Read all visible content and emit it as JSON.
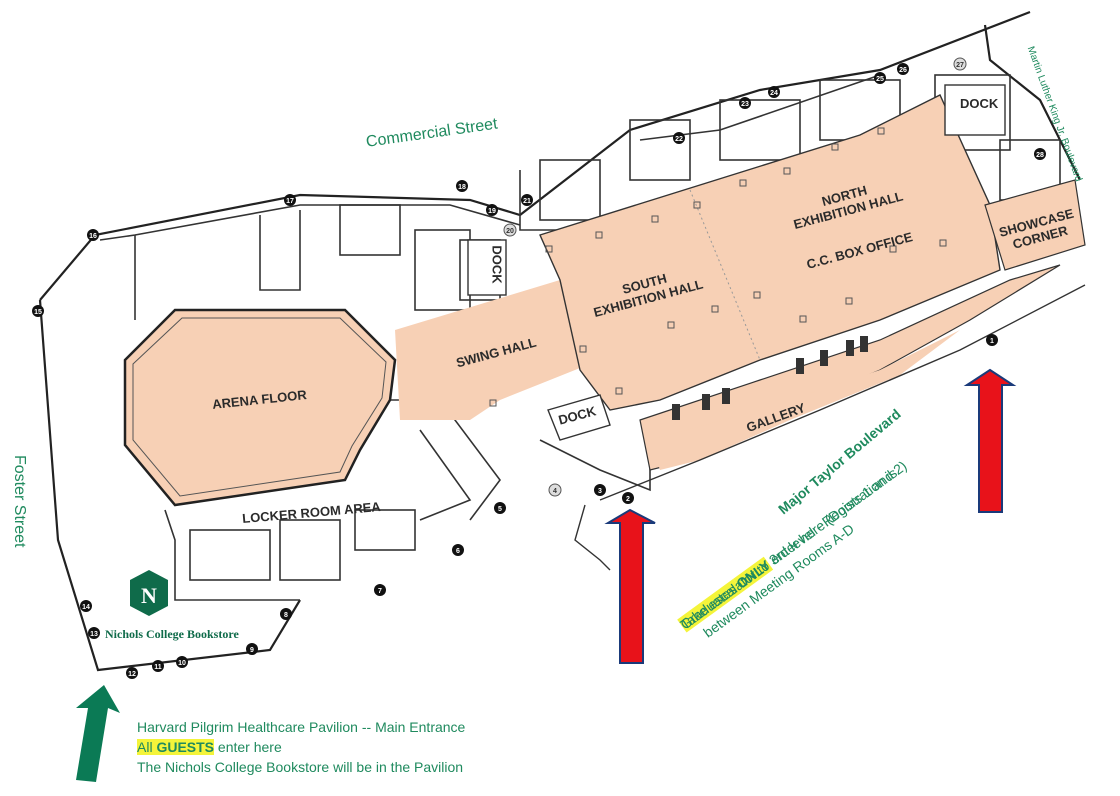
{
  "streets": {
    "commercial": "Commercial Street",
    "foster": "Foster Street",
    "major_taylor": "Major Taylor Boulevard",
    "mlk": "Martin Luther King Jr. Boulevard"
  },
  "rooms": {
    "arena_floor": "ARENA FLOOR",
    "swing_hall": "SWING HALL",
    "south_exhibition": [
      "SOUTH",
      "EXHIBITION HALL"
    ],
    "north_exhibition": [
      "NORTH",
      "EXHIBITION HALL"
    ],
    "box_office": "C.C. BOX OFFICE",
    "showcase": [
      "SHOWCASE",
      "CORNER"
    ],
    "gallery": "GALLERY",
    "locker_room": "LOCKER ROOM AREA",
    "dock_north": "DOCK",
    "dock_west": "DOCK",
    "dock_south": "DOCK"
  },
  "bookstore": {
    "logo_letter": "N",
    "label": "Nichols College Bookstore"
  },
  "graduate_note": {
    "line1_prefix": "Graduates ",
    "line1_emphasis": "ONLY",
    "line1_suffix": " enter here (Doors 1 and 2)",
    "line2": "Take escalator to 3rd level - Registration is",
    "line3": "between Meeting Rooms A-D"
  },
  "guest_note": {
    "line1": "Harvard Pilgrim Healthcare Pavilion -- Main Entrance",
    "line2_all": "All ",
    "line2_guests": "GUESTS",
    "line2_rest": " enter here",
    "line3": "The Nichols College Bookstore will be in the Pavilion"
  },
  "doors": [
    "1",
    "2",
    "3",
    "4",
    "5",
    "6",
    "7",
    "8",
    "9",
    "10",
    "11",
    "12",
    "13",
    "14",
    "15",
    "16",
    "17",
    "18",
    "19",
    "20",
    "21",
    "22",
    "23",
    "24",
    "25",
    "26",
    "27",
    "28"
  ],
  "colors": {
    "hall_fill": "#f7d0b5",
    "street_green": "#1f8a5e",
    "arrow_red": "#e8121a",
    "arrow_green": "#0b7a55",
    "highlight": "#f4f43a",
    "logo_green": "#0f6b4a"
  }
}
